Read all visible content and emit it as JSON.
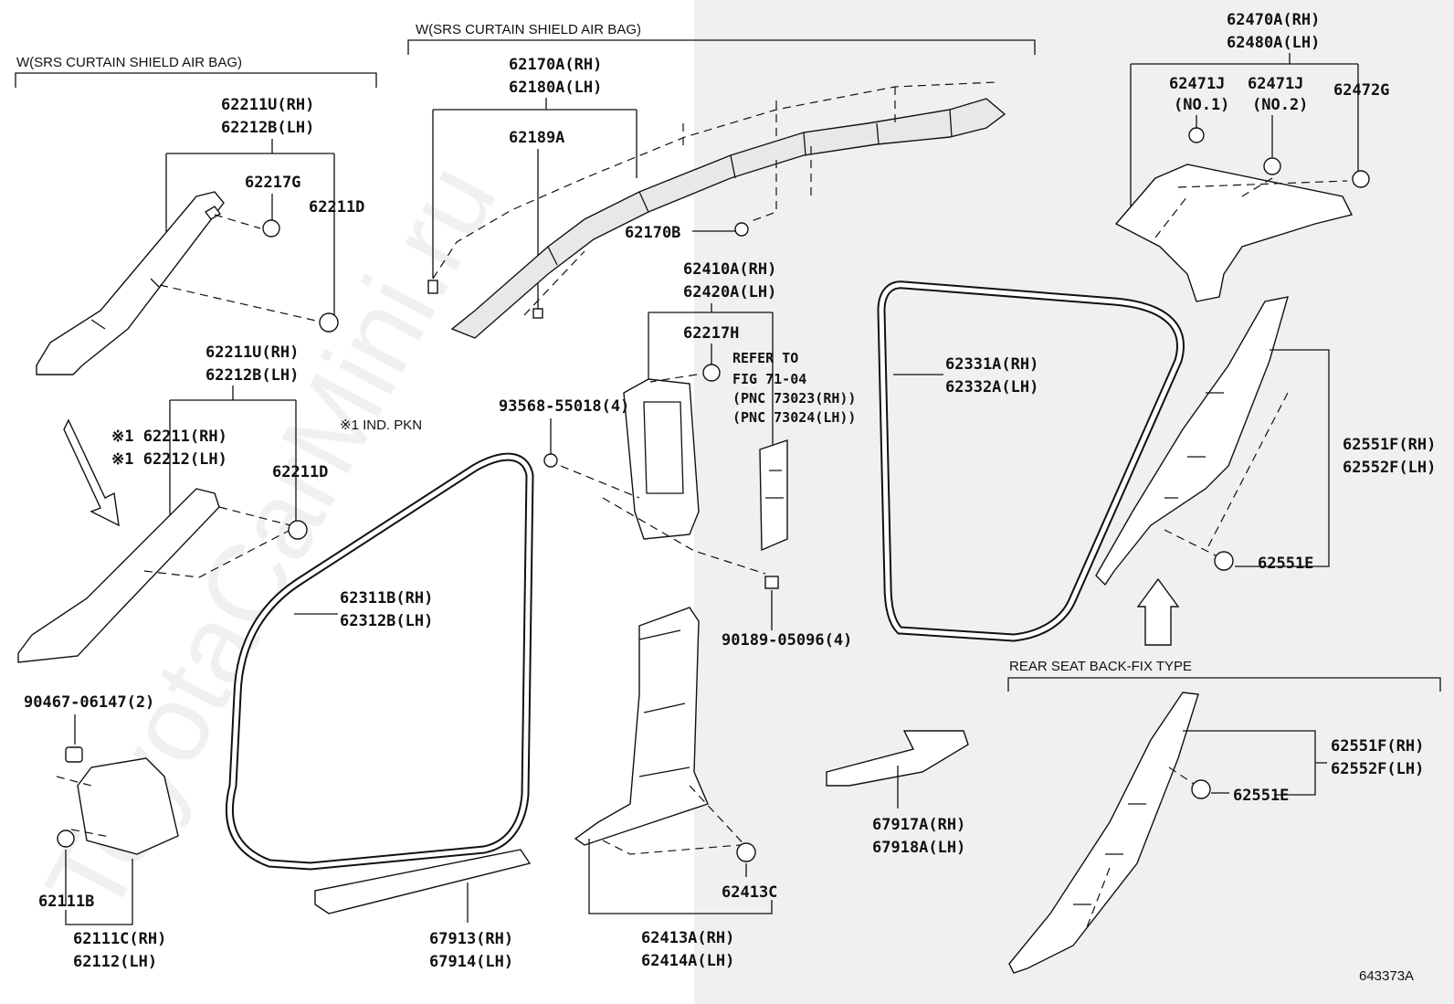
{
  "watermark": "ToyotaCarMini.ru",
  "diagram_id": "643373A",
  "group_labels": {
    "srs_left": "W(SRS CURTAIN SHIELD AIR BAG)",
    "srs_top": "W(SRS CURTAIN SHIELD AIR BAG)",
    "rear_seat": "REAR SEAT BACK-FIX TYPE",
    "ind_pkn": "※1 IND. PKN"
  },
  "refer": {
    "line1": "REFER TO",
    "line2": "FIG 71-04",
    "line3": "(PNC 73023(RH))",
    "line4": "(PNC 73024(LH))"
  },
  "parts": {
    "p62211U_a": "62211U(RH)",
    "p62212B_a": "62212B(LH)",
    "p62217G": "62217G",
    "p62211D_a": "62211D",
    "p62211U_b": "62211U(RH)",
    "p62212B_b": "62212B(LH)",
    "p62211": "※1 62211(RH)",
    "p62212": "※1 62212(LH)",
    "p62211D_b": "62211D",
    "p90467": "90467-06147(2)",
    "p62111B": "62111B",
    "p62111C": "62111C(RH)",
    "p62112": "62112(LH)",
    "p62170A": "62170A(RH)",
    "p62180A": "62180A(LH)",
    "p62189A": "62189A",
    "p62170B": "62170B",
    "p62410A": "62410A(RH)",
    "p62420A": "62420A(LH)",
    "p62217H": "62217H",
    "p93568": "93568-55018(4)",
    "p90189": "90189-05096(4)",
    "p62311B": "62311B(RH)",
    "p62312B": "62312B(LH)",
    "p67913": "67913(RH)",
    "p67914": "67914(LH)",
    "p62413C": "62413C",
    "p62413A": "62413A(RH)",
    "p62414A": "62414A(LH)",
    "p62331A": "62331A(RH)",
    "p62332A": "62332A(LH)",
    "p67917A": "67917A(RH)",
    "p67918A": "67918A(LH)",
    "p62470A": "62470A(RH)",
    "p62480A": "62480A(LH)",
    "p62471J_1": "62471J",
    "p62471J_1n": "(NO.1)",
    "p62471J_2": "62471J",
    "p62471J_2n": "(NO.2)",
    "p62472G": "62472G",
    "p62551F_a": "62551F(RH)",
    "p62552F_a": "62552F(LH)",
    "p62551E_a": "62551E",
    "p62551F_b": "62551F(RH)",
    "p62552F_b": "62552F(LH)",
    "p62551E_b": "62551E"
  }
}
